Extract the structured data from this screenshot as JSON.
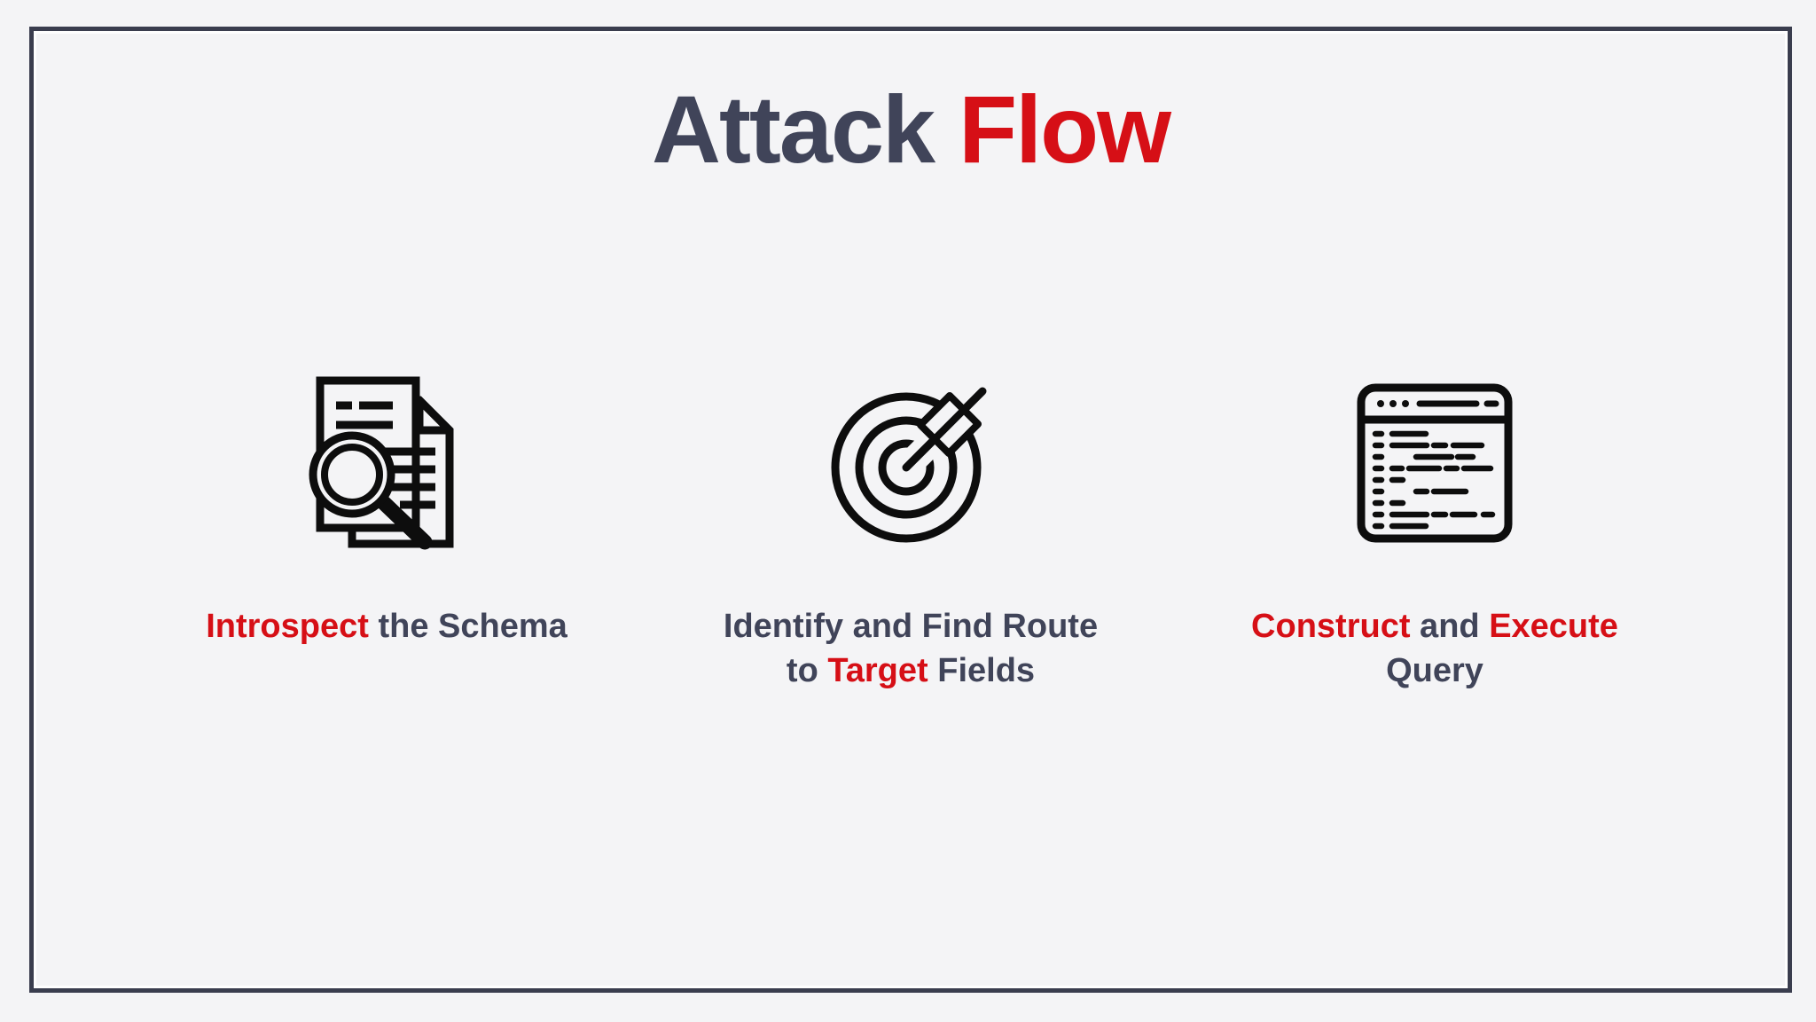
{
  "slide": {
    "title": {
      "part1": "Attack",
      "part2": "Flow"
    },
    "steps": [
      {
        "icon": "magnifier-documents-icon",
        "lines": [
          {
            "segments": [
              {
                "text": "Introspect",
                "color": "red"
              },
              {
                "text": " the Schema",
                "color": "dark"
              }
            ]
          }
        ]
      },
      {
        "icon": "target-arrow-icon",
        "lines": [
          {
            "segments": [
              {
                "text": "Identify and Find Route",
                "color": "dark"
              }
            ]
          },
          {
            "segments": [
              {
                "text": "to ",
                "color": "dark"
              },
              {
                "text": "Target",
                "color": "red"
              },
              {
                "text": " Fields",
                "color": "dark"
              }
            ]
          }
        ]
      },
      {
        "icon": "code-window-icon",
        "lines": [
          {
            "segments": [
              {
                "text": "Construct",
                "color": "red"
              },
              {
                "text": " and ",
                "color": "dark"
              },
              {
                "text": "Execute",
                "color": "red"
              }
            ]
          },
          {
            "segments": [
              {
                "text": "Query",
                "color": "dark"
              }
            ]
          }
        ]
      }
    ],
    "colors": {
      "background": "#f4f4f6",
      "border": "#3a3d4e",
      "dark_text": "#404459",
      "red_text": "#d60f16",
      "icon_stroke": "#0d0d0d"
    }
  }
}
